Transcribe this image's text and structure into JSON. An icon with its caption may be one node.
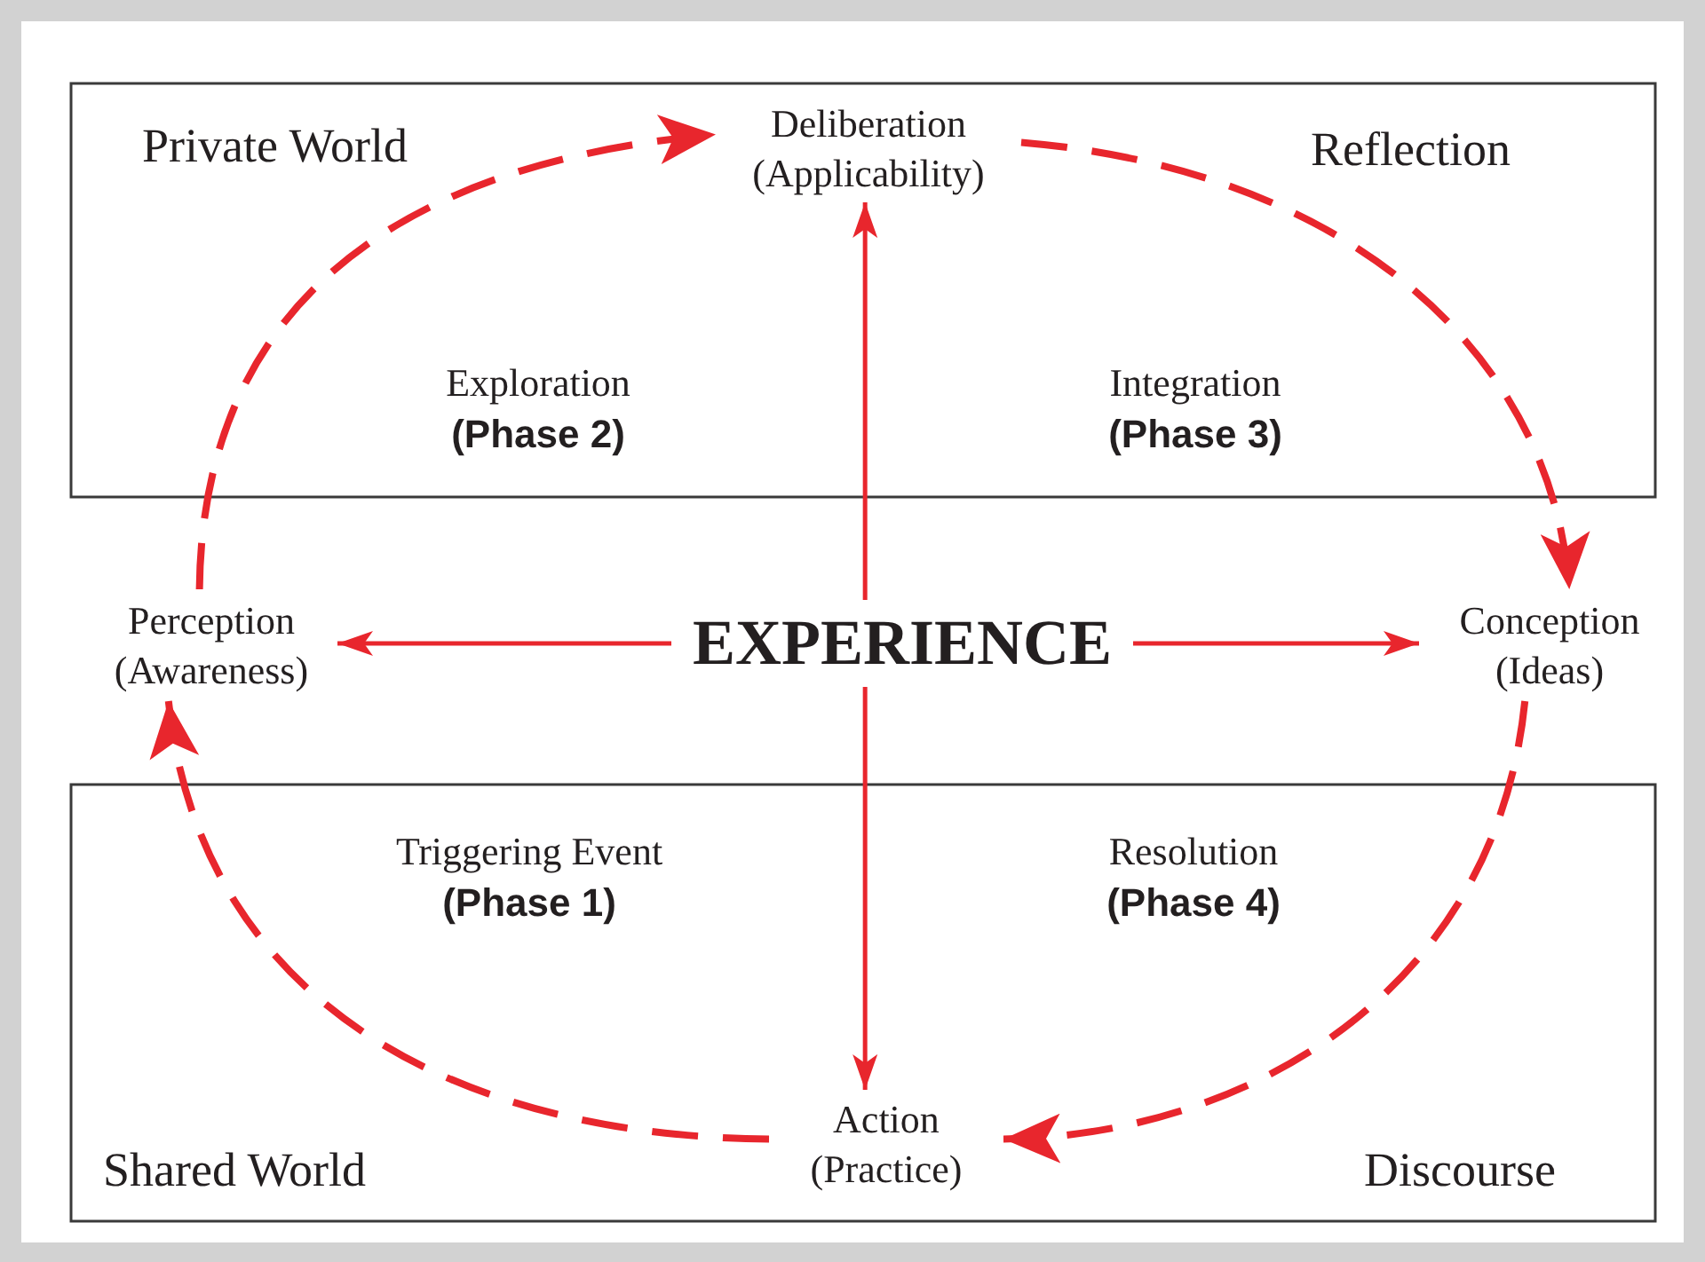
{
  "diagram": {
    "nodes": [
      {
        "text": [
          "Deliberation (Applicability)"
        ]
      },
      {
        "text": [
          "Perception (Awareness)"
        ]
      },
      {
        "text": [
          "EXPERIENCE"
        ]
      },
      {
        "text": [
          "Conception (Ideas)"
        ]
      },
      {
        "text": [
          "Action (Practice)"
        ]
      }
    ],
    "edges": [
      {
        "from": 2,
        "to": 0,
        "arrow": "to"
      },
      {
        "from": 2,
        "to": 1,
        "arrow": "to"
      },
      {
        "from": 2,
        "to": 3,
        "arrow": "to"
      },
      {
        "from": 2,
        "to": 4,
        "arrow": "to"
      },
      {
        "from": 1,
        "to": 0,
        "arrow": "to",
        "style": "dashed"
      },
      {
        "from": 0,
        "to": 3,
        "arrow": "to",
        "style": "dashed"
      },
      {
        "from": 3,
        "to": 4,
        "arrow": "to",
        "style": "dashed"
      },
      {
        "from": 4,
        "to": 1,
        "arrow": "to",
        "style": "dashed"
      }
    ],
    "labels": [
      "Private World",
      "Reflection",
      "Exploration **(Phase 2)**",
      "Integration **(Phase 3)**",
      "Triggering Event **(Phase 1)**",
      "Resolution **(Phase 4)**",
      "Shared World",
      "Discourse"
    ]
  }
}
